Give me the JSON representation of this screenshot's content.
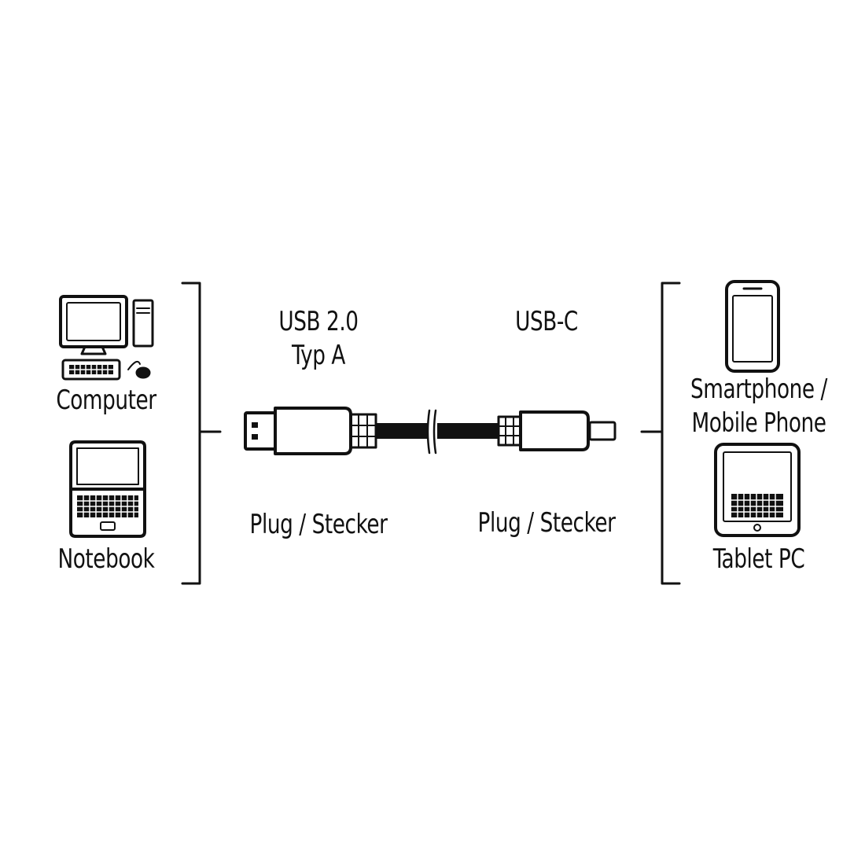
{
  "left_devices": {
    "computer_label": "Computer",
    "notebook_label": "Notebook"
  },
  "connectors": {
    "left": {
      "type_line1": "USB 2.0",
      "type_line2": "Typ A",
      "gender": "Plug / Stecker"
    },
    "right": {
      "type_line1": "USB-C",
      "gender": "Plug / Stecker"
    }
  },
  "right_devices": {
    "smartphone_line1": "Smartphone /",
    "smartphone_line2": "Mobile Phone",
    "tablet_label": "Tablet PC"
  },
  "colors": {
    "line": "#111111",
    "background": "#ffffff"
  }
}
